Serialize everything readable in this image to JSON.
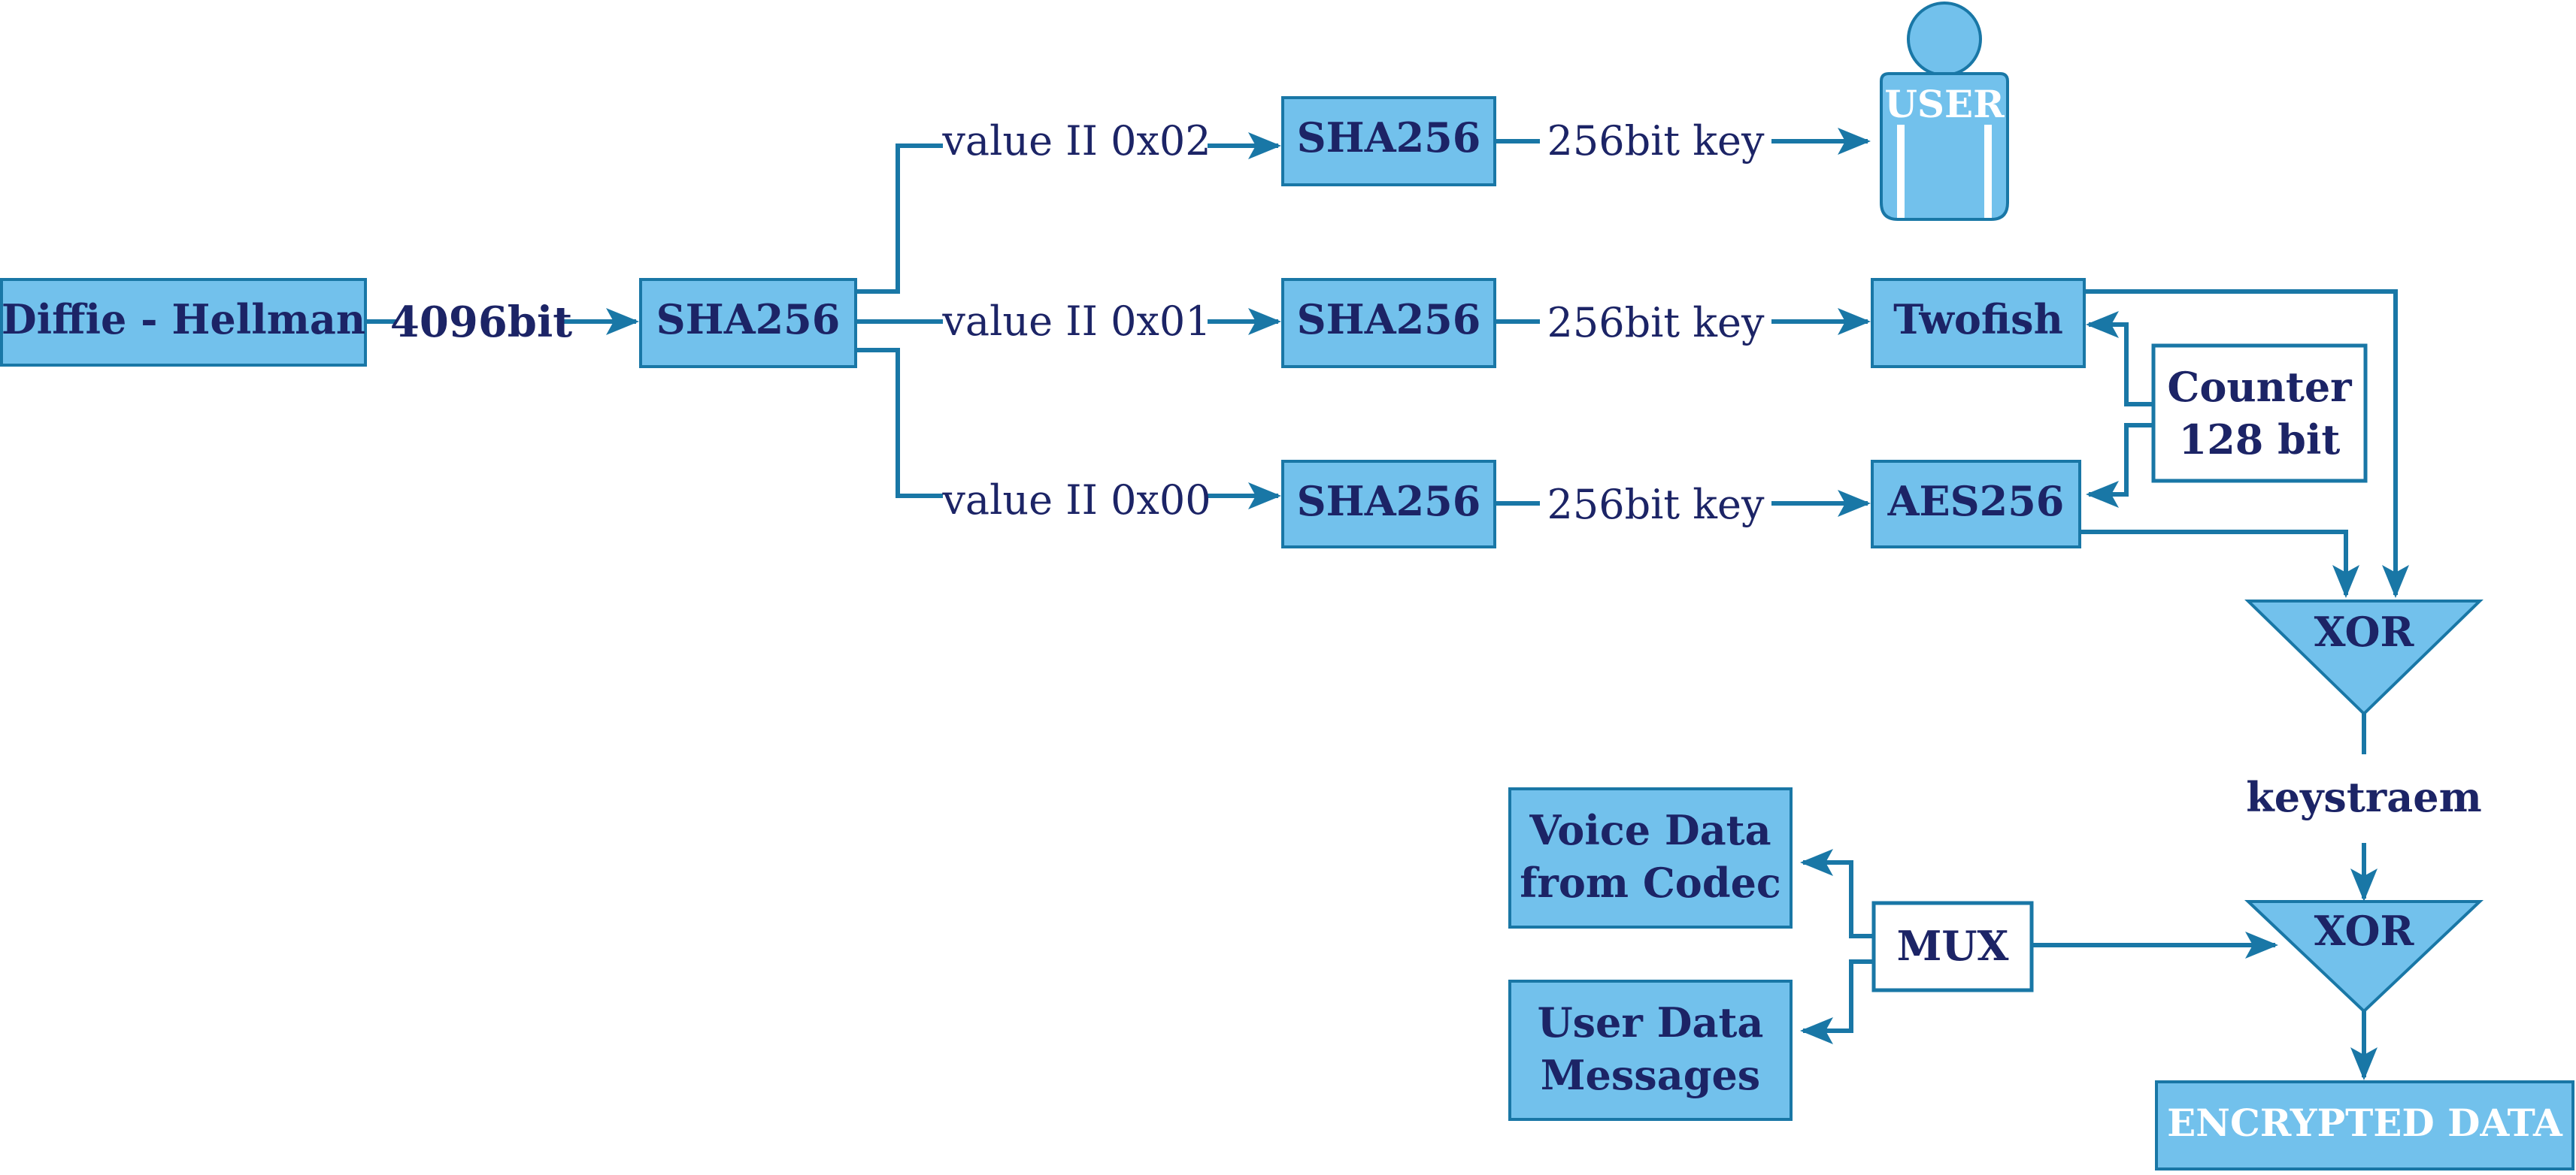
{
  "colors": {
    "box_fill": "#72c1ec",
    "stroke": "#1977a6",
    "text": "#1c2466",
    "white": "#ffffff"
  },
  "nodes": {
    "diffie_hellman": "Diffie - Hellman",
    "sha_main": "SHA256",
    "sha_top": "SHA256",
    "sha_mid": "SHA256",
    "sha_bottom": "SHA256",
    "user": "USER",
    "twofish": "Twofish",
    "counter_line1": "Counter",
    "counter_line2": "128 bit",
    "aes": "AES256",
    "xor_top": "XOR",
    "xor_bottom": "XOR",
    "voice_line1": "Voice Data",
    "voice_line2": "from Codec",
    "userdata_line1": "User Data",
    "userdata_line2": "Messages",
    "mux": "MUX",
    "encrypted": "ENCRYPTED DATA"
  },
  "labels": {
    "bits_4096": "4096bit",
    "value_02": "value II 0x02",
    "value_01": "value II 0x01",
    "value_00": "value II 0x00",
    "key_top": "256bit key",
    "key_mid": "256bit key",
    "key_bottom": "256bit key",
    "keystream": "keystraem"
  }
}
